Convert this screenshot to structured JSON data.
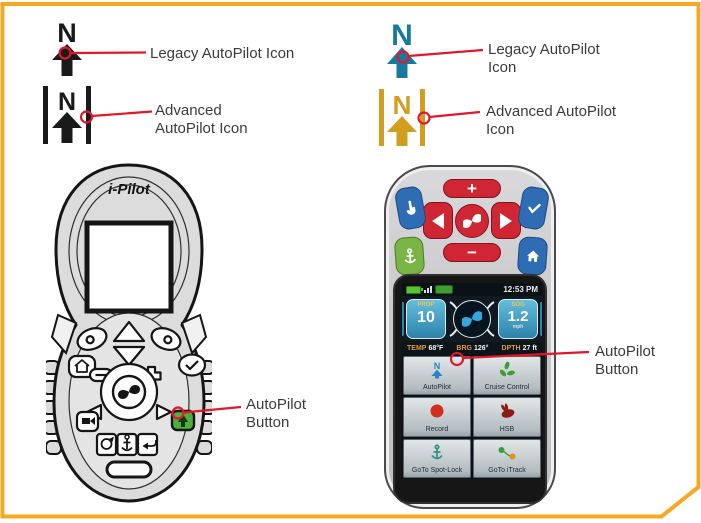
{
  "colors": {
    "frame": "#F7A823",
    "callout": "#E0182D",
    "legacy_icon_black": "#1A1A1A",
    "legacy_icon_teal": "#1879A0",
    "advanced_icon_gold": "#D19E1F",
    "autopilot_button_green": "#4FAE3D"
  },
  "compass_letter": "N",
  "callouts": {
    "legacy_left": {
      "label": "Legacy AutoPilot Icon"
    },
    "advanced_left": {
      "line1": "Advanced",
      "line2": "AutoPilot Icon"
    },
    "legacy_right": {
      "line1": "Legacy AutoPilot",
      "line2": "Icon"
    },
    "advanced_right": {
      "line1": "Advanced AutoPilot",
      "line2": "Icon"
    },
    "autopilot_left": {
      "line1": "AutoPilot",
      "line2": "Button"
    },
    "autopilot_right": {
      "line1": "AutoPilot",
      "line2": "Button"
    }
  },
  "legacy_remote": {
    "brand": "i-Pilot"
  },
  "modern_remote": {
    "plus": "+",
    "minus": "−",
    "screen": {
      "time": "12:53 PM",
      "prop_label": "PROP",
      "prop_value": "10",
      "sog_label": "SOG",
      "sog_value": "1.2",
      "sog_unit": "mph",
      "readouts": [
        {
          "label": "TEMP",
          "value": "68°F"
        },
        {
          "label": "BRG",
          "value": "126°"
        },
        {
          "label": "DPTH",
          "value": "27 ft"
        }
      ],
      "menu": [
        {
          "label": "AutoPilot",
          "icon": "autopilot-n-arrow-icon"
        },
        {
          "label": "Cruise Control",
          "icon": "cruise-propeller-icon"
        },
        {
          "label": "Record",
          "icon": "record-dot-icon"
        },
        {
          "label": "HSB",
          "icon": "hsb-rabbit-icon"
        },
        {
          "label": "GoTo Spot-Lock",
          "icon": "spot-lock-anchor-icon"
        },
        {
          "label": "GoTo iTrack",
          "icon": "itrack-path-icon"
        }
      ]
    }
  }
}
